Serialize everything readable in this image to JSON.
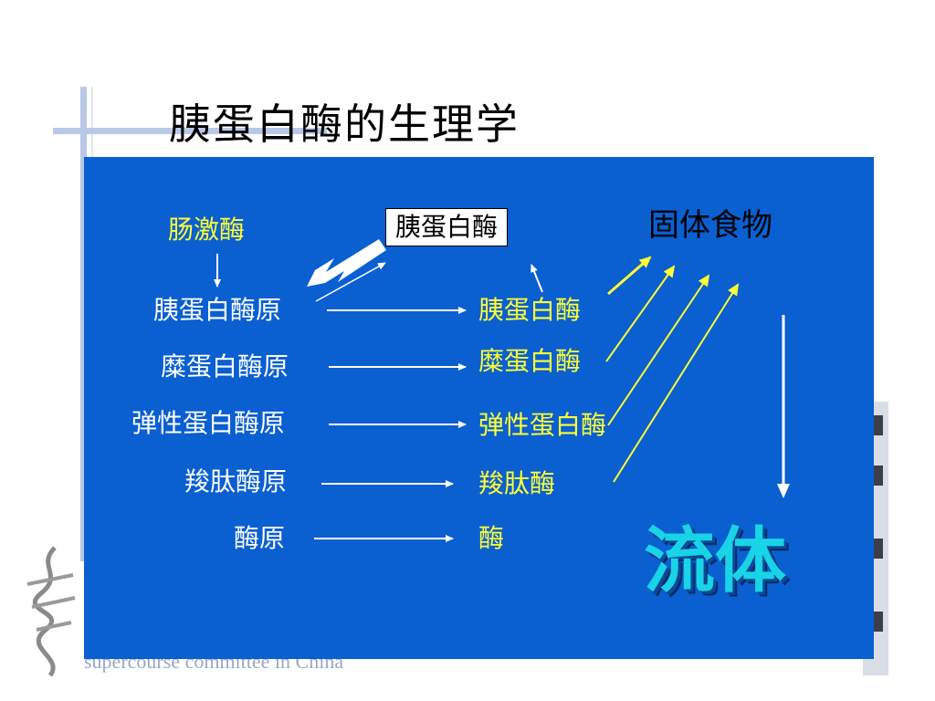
{
  "title": "胰蛋白酶的生理学",
  "footer_text": "supercourse committee in China",
  "diagram": {
    "activator": "肠激酶",
    "boxed_label": "胰蛋白酶",
    "solid_food": "固体食物",
    "fluid": "流体",
    "zymogens": [
      "胰蛋白酶原",
      "糜蛋白酶原",
      "弹性蛋白酶原",
      "羧肽酶原",
      "酶原"
    ],
    "enzymes": [
      "胰蛋白酶",
      "糜蛋白酶",
      "弹性蛋白酶",
      "羧肽酶",
      "酶"
    ]
  },
  "colors": {
    "panel": "#0a5fd1",
    "highlight": "#ffff33",
    "fluid": "#19d3e6"
  }
}
